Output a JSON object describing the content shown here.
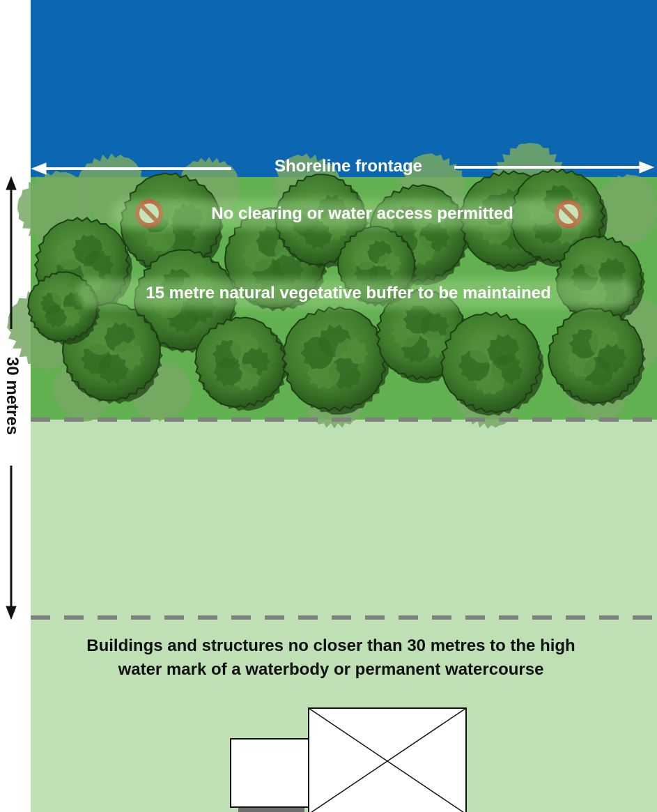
{
  "labels": {
    "shoreline_frontage": "Shoreline frontage",
    "no_clearing": "No clearing or water access permitted",
    "buffer": "15 metre natural vegetative buffer to be maintained",
    "distance": "30 metres",
    "setback_line1": "Buildings and structures no closer than 30 metres to the high",
    "setback_line2": "water mark of a waterbody or permanent watercourse"
  },
  "icons": {
    "prohibited": "no-entry-icon",
    "tree": "tree-canopy-icon",
    "building": "building-footprint-icon"
  },
  "colors": {
    "water": "#0b67b1",
    "buffer": "#62b150",
    "setback": "#bfdfb4",
    "tree_dark": "#2f6a22",
    "tree_mid": "#4f8d3a",
    "tree_light": "#78a865",
    "prohibited_red": "#e0261b",
    "dashed_line": "#808080"
  }
}
